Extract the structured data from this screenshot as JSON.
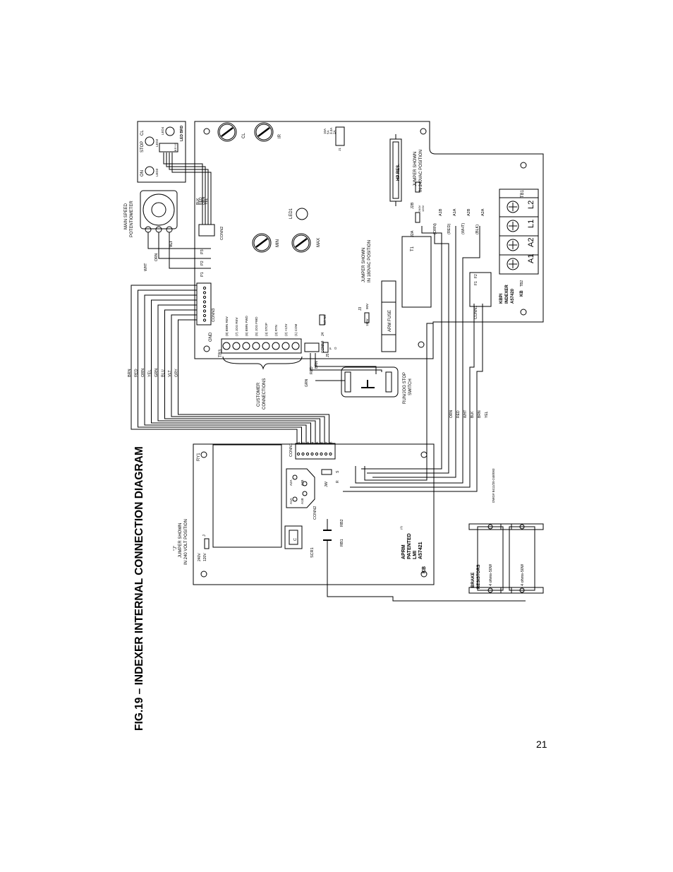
{
  "title": "FIG.19 – INDEXER INTERNAL CONNECTION DIAGRAM",
  "page_number": "21",
  "drawing_number": "DWG# 8411/20-248/093",
  "main_board": {
    "model": [
      "KBPI",
      "INDEXER",
      "A57420"
    ],
    "logo": "KB",
    "tb1": {
      "name": "TB1",
      "terminals": [
        "A1",
        "A2",
        "L1",
        "L2"
      ]
    },
    "tb2": "TB2",
    "tb3": {
      "name": "TB3",
      "gnd": "GND",
      "pins": [
        "(8) BWN REV",
        "(7) JOG REV",
        "(6) BWN FWD",
        "(5) JOG FWD",
        "(4) STOP",
        "(3) RTN",
        "(2) +12V",
        "(1) COM"
      ]
    },
    "conn1": "CONN1",
    "conn2": "CONN2",
    "conn3": "CONN3",
    "conn4": "CONN4",
    "hp_res": "HP RES.",
    "arm_fuse": "ARM FUSE",
    "t1": "T1",
    "led1": "LED1",
    "pots": [
      "CL",
      "IR",
      "MIN",
      "MAX"
    ],
    "j1": {
      "name": "J1",
      "options": [
        "10A",
        "5A",
        "3.3A",
        "2A"
      ]
    },
    "j2a": "J2A",
    "j2b": "J2B",
    "j2_options": [
      "240V",
      "120V"
    ],
    "j2_note": [
      "JUMPER SHOWN",
      "IN 240VAC POSITION"
    ],
    "j3": {
      "name": "J3",
      "options": [
        "180V",
        "90V"
      ]
    },
    "j3_note": [
      "JUMPER SHOWN",
      "IN 180VAC POSITION"
    ],
    "j4": {
      "name": "J4",
      "options": [
        "NO",
        "NC"
      ]
    },
    "j5": {
      "name": "J5",
      "options": [
        "P",
        "O"
      ]
    },
    "p_labels": [
      "P1",
      "P2",
      "P3"
    ],
    "t1_leads": [
      "(ORN)",
      "(RED)",
      "(WHT)",
      "(BLK)"
    ],
    "tb1_refs": [
      "A1B",
      "A1A",
      "A2B",
      "A2A"
    ],
    "f_labels": [
      "F1",
      "F2"
    ]
  },
  "led_board": {
    "name": "LED BRD",
    "labels": [
      "ON",
      "STOP",
      "CL"
    ],
    "leds": [
      "LED3",
      "LED2",
      "LED4"
    ],
    "pins": [
      "B",
      "R",
      "Y",
      "G"
    ]
  },
  "pot": {
    "label": [
      "MAIN SPEED",
      "POTENTIOMETER"
    ],
    "wires": [
      "WHT",
      "ORN",
      "VLT"
    ]
  },
  "conn2_wires": [
    "BLK",
    "RED",
    "ORN",
    "YEL"
  ],
  "customer_connections": [
    "CUSTOMER",
    "CONNECTIONS"
  ],
  "run_jog": {
    "label": [
      "RUN/JOG STOP",
      "SWITCH"
    ],
    "wires": [
      "GRN",
      "RED",
      "BRN"
    ]
  },
  "conn3_wires": [
    "BRN",
    "RED",
    "ORN",
    "YEL",
    "GRN",
    "BLU",
    "VLT",
    "GRY"
  ],
  "conn1_wires": [
    "ORN",
    "RED",
    "WHT",
    "BLK",
    "BRN",
    "YEL"
  ],
  "aprm": {
    "name": [
      "APRM",
      "PATENTED",
      "LMI",
      "A57421"
    ],
    "sup": "(2)",
    "logo": "KB",
    "ry1": "RY1",
    "conn1": "CONN1",
    "conn1_pins": [
      "1",
      "2",
      "3",
      "4",
      "5",
      "6",
      "7",
      "8"
    ],
    "conn2": "CONN2",
    "scr1": "SCR1",
    "c_label": "C",
    "rb_labels": [
      "RB1",
      "RB2"
    ],
    "jw": {
      "name": "JW",
      "options": [
        "R",
        "S"
      ]
    },
    "j": "J",
    "j_options": [
      "240V",
      "120V"
    ],
    "j_note": [
      "\"J\"",
      "JUMPER SHOWN",
      "IN 240 VOLT POSITION"
    ],
    "a_labels": [
      "A1A",
      "A1B",
      "A2A",
      "A2B"
    ]
  },
  "brake_resistors": {
    "label": [
      "BRAKE",
      "RESISTORS"
    ],
    "ratings": [
      "4 ohms-50W",
      "4 ohms-50W"
    ]
  },
  "colors": {
    "ink": "#000000",
    "paper": "#ffffff"
  }
}
